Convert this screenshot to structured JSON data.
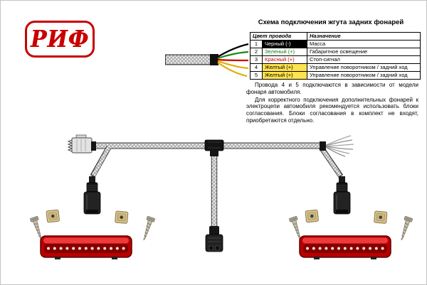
{
  "logo": {
    "text": "РИФ"
  },
  "header": {
    "title": "Схема подключения жгута задних фонарей"
  },
  "wire_table": {
    "headers": {
      "color": "Цвет провода",
      "purpose": "Назначение"
    },
    "rows": [
      {
        "num": "1",
        "color": "Черный (-)",
        "purpose": "Масса"
      },
      {
        "num": "2",
        "color": "Зеленый (+)",
        "purpose": "Габаритное освещение"
      },
      {
        "num": "3",
        "color": "Красный (+)",
        "purpose": "Стоп-сигнал"
      },
      {
        "num": "4",
        "color": "Желтый (+)",
        "purpose": "Управление поворотником / задний ход"
      },
      {
        "num": "5",
        "color": "Желтый (+)",
        "purpose": "Управление поворотником / задний ход"
      }
    ]
  },
  "notes": {
    "para1": "Провода 4 и 5 подключаются в зависимости от модели фонаря автомобиля.",
    "para2": "Для корректного подключения дополнительных фонарей к электроцепи автомобиля рекомендуется использовать блоки согласования. Блоки согласования в комплект не входят, приобретаются отдельно."
  },
  "colors": {
    "brand_red": "#c80000",
    "wire_black": "#000000",
    "wire_green": "#168a16",
    "wire_red": "#d40000",
    "wire_yellow": "#e0ae00",
    "table_yellow": "#ffe34d",
    "lamp_red": "#b80000"
  },
  "icons": {
    "harness": "braided-cable",
    "lamp": "led-brake-lamp",
    "screw": "mounting-screw",
    "clip": "mounting-clip-nut",
    "connector": "wire-connector"
  }
}
